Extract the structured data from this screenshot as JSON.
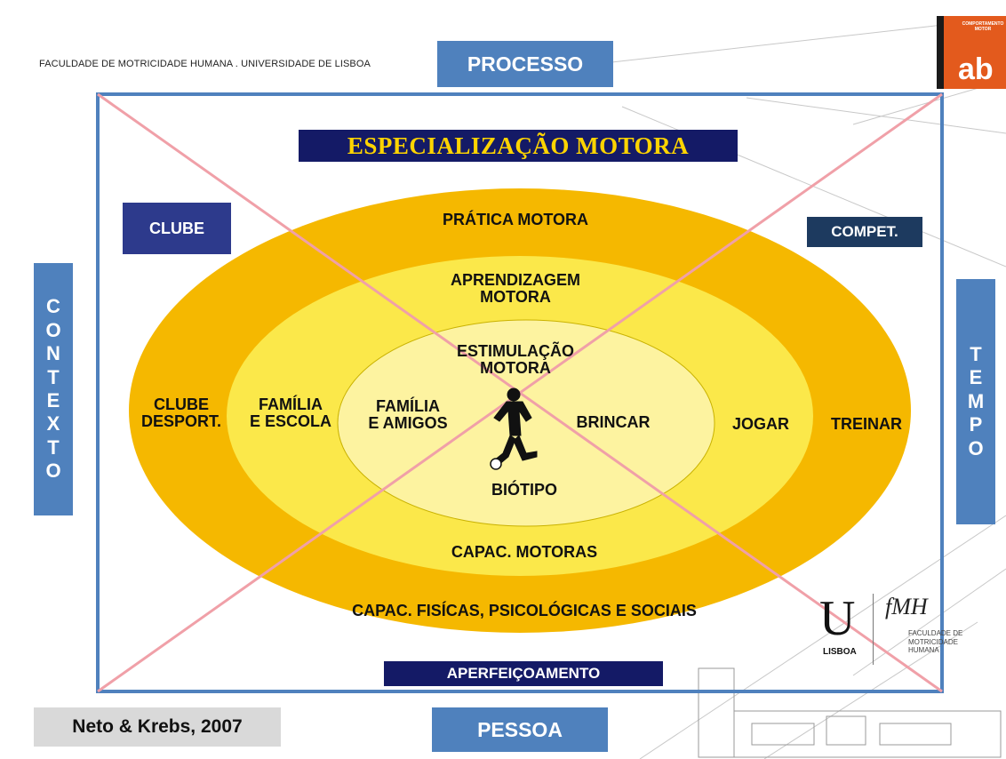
{
  "header": {
    "institution": "FACULDADE DE MOTRICIDADE HUMANA . UNIVERSIDADE DE LISBOA"
  },
  "axes": {
    "top": "PROCESSO",
    "bottom": "PESSOA",
    "left_letters": [
      "C",
      "O",
      "N",
      "T",
      "E",
      "X",
      "T",
      "O"
    ],
    "right_letters": [
      "T",
      "E",
      "M",
      "P",
      "O"
    ]
  },
  "title": "ESPECIALIZAÇÃO MOTORA",
  "corners": {
    "top_left": "CLUBE",
    "top_right": "COMPET.",
    "bottom": "APERFEIÇOAMENTO"
  },
  "outer_ring": {
    "top": "PRÁTICA MOTORA",
    "bottom": "CAPAC. FISÍCAS, PSICOLÓGICAS  E SOCIAIS",
    "left": [
      "CLUBE",
      "DESPORT."
    ],
    "right": "TREINAR"
  },
  "middle_ring": {
    "top": [
      "APRENDIZAGEM",
      "MOTORA"
    ],
    "bottom": "CAPAC. MOTORAS",
    "left": [
      "FAMÍLIA",
      "E ESCOLA"
    ],
    "right": "JOGAR"
  },
  "inner_ring": {
    "top": [
      "ESTIMULAÇÃO",
      "MOTORA"
    ],
    "bottom": "BIÓTIPO",
    "left": [
      "FAMÍLIA",
      "E AMIGOS"
    ],
    "right": "BRINCAR"
  },
  "citation": "Neto & Krebs, 2007",
  "logos": {
    "lab_small": "COMPORTAMENTO MOTOR",
    "lab_main": "ab",
    "ulisboa_u": "U",
    "ulisboa_name": "LISBOA",
    "fmh": "MH",
    "fmh_sub": "FACULDADE DE MOTRICIDADE HUMANA"
  },
  "colors": {
    "outer_ring": "#f5b800",
    "middle_ring": "#fbe84a",
    "inner_ring": "#fdf3a0",
    "frame": "#4f81bd",
    "diagonals": "#f0a0a8",
    "navy": "#1f2a6b",
    "title_text": "#ffd400"
  }
}
